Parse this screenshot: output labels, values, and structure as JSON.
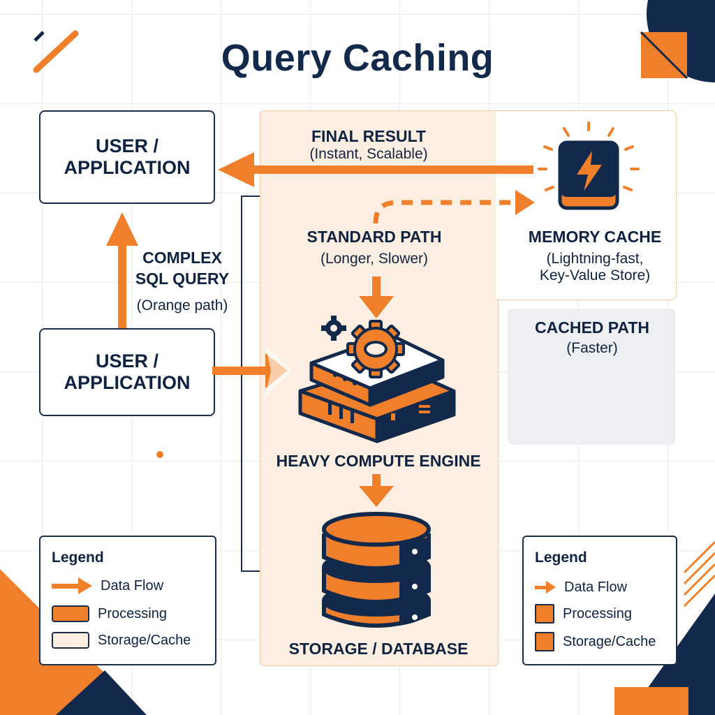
{
  "title": "Query Caching",
  "nodes": {
    "user_top": {
      "line1": "USER /",
      "line2": "APPLICATION"
    },
    "user_bottom": {
      "line1": "USER /",
      "line2": "APPLICATION"
    },
    "compute": {
      "label": "HEAVY COMPUTE ENGINE"
    },
    "storage": {
      "label": "STORAGE / DATABASE"
    },
    "cache": {
      "title": "MEMORY CACHE",
      "sub1": "(Lightning-fast,",
      "sub2": "Key-Value Store)"
    }
  },
  "edges": {
    "final_result": {
      "title": "FINAL RESULT",
      "sub": "(Instant, Scalable)"
    },
    "standard_path": {
      "title": "STANDARD PATH",
      "sub": "(Longer, Slower)"
    },
    "complex_query": {
      "line1": "COMPLEX",
      "line2": "SQL QUERY",
      "sub": "(Orange path)"
    },
    "cached_path": {
      "title": "CACHED PATH",
      "sub": "(Faster)"
    }
  },
  "legend_left": {
    "title": "Legend",
    "items": [
      "Data Flow",
      "Processing",
      "Storage/Cache"
    ]
  },
  "legend_right": {
    "title": "Legend",
    "items": [
      "Data Flow",
      "Processing",
      "Storage/Cache"
    ]
  },
  "colors": {
    "orange": "#f07f2c",
    "navy": "#13294b",
    "peach": "#fdeee2"
  }
}
